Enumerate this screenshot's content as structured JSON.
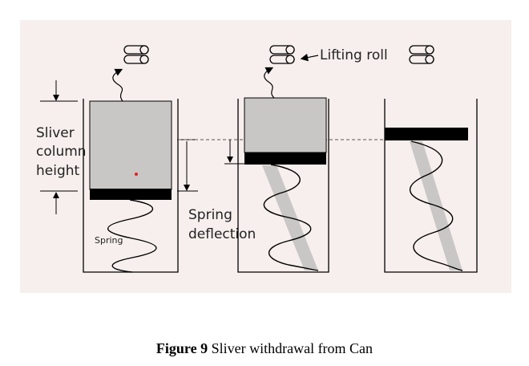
{
  "diagram": {
    "labels": {
      "sliver_column_height_line1": "Sliver",
      "sliver_column_height_line2": "column",
      "sliver_column_height_line3": "height",
      "lifting_roll": "Lifting roll",
      "spring_deflection_line1": "Spring",
      "spring_deflection_line2": "deflection",
      "spring": "Spring"
    }
  },
  "caption": {
    "number": "Figure 9",
    "text": "Sliver withdrawal from Can"
  },
  "colors": {
    "background": "#f7efed",
    "sliver": "#c9c7c6",
    "plate": "#000000",
    "spring": "#000000",
    "red_dot": "#e02020"
  }
}
